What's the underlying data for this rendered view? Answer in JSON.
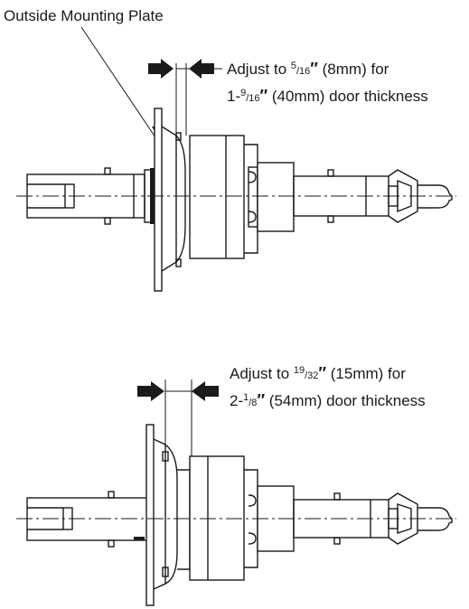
{
  "callout": {
    "text": "Outside Mounting Plate"
  },
  "top_instruction": {
    "line1_prefix": "Adjust to ",
    "line1_num": "5",
    "line1_den": "/16",
    "line1_prime": "″",
    "line1_suffix": " (8mm) for",
    "line2_prefix": "1-",
    "line2_num": "9",
    "line2_den": "/16",
    "line2_prime": "″",
    "line2_suffix": " (40mm) door thickness"
  },
  "bottom_instruction": {
    "line1_prefix": "Adjust to ",
    "line1_num": "19",
    "line1_den": "/32",
    "line1_prime": "″",
    "line1_suffix": " (15mm) for",
    "line2_prefix": "2-",
    "line2_num": "1",
    "line2_den": "/8",
    "line2_prime": "″",
    "line2_suffix": " (54mm) door thickness"
  }
}
